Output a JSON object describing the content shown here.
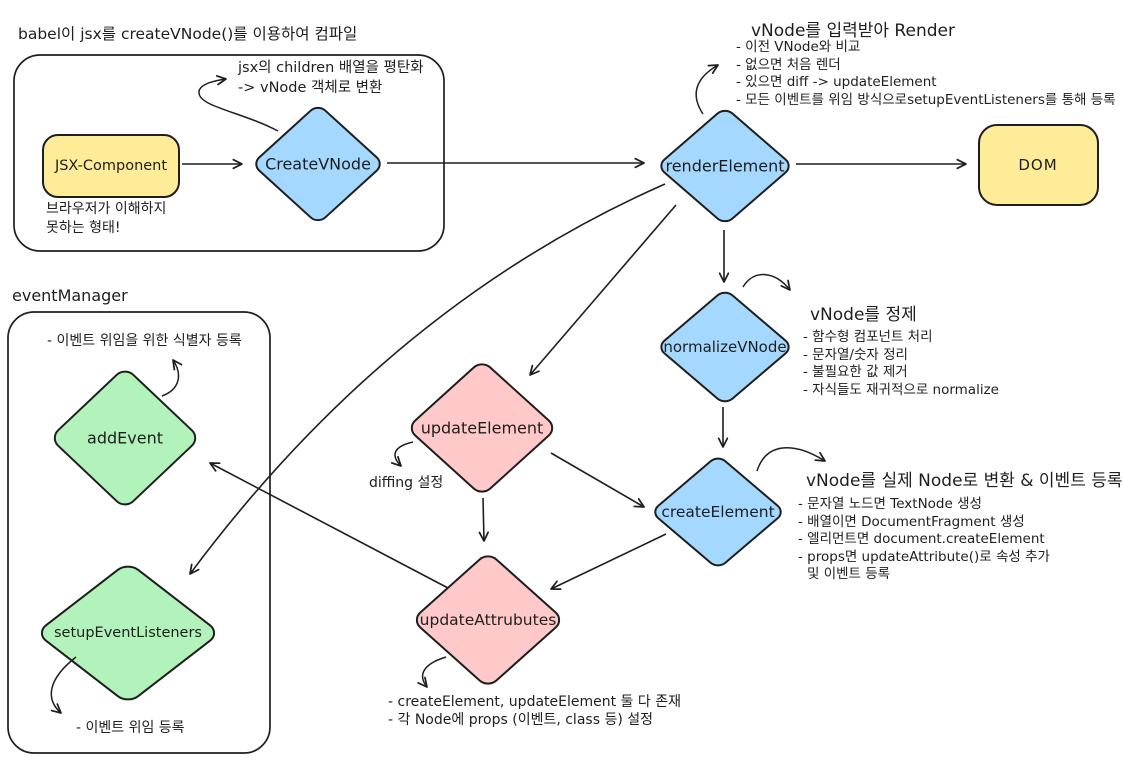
{
  "colors": {
    "ink": "#1e1e1e",
    "blue": "#a5d8ff",
    "yellow": "#ffec99",
    "green": "#b2f2bb",
    "pink": "#ffc9c9",
    "background": "#ffffff"
  },
  "babel_group": {
    "title": "babel이 jsx를 createVNode()를 이용하여 컴파일",
    "jsx_component_label": "JSX-Component",
    "jsx_warning_line1": "브라우저가 이해하지",
    "jsx_warning_line2": "못하는 형태!",
    "create_vnode_label": "CreateVNode",
    "flatten_note_line1": "jsx의 children 배열을 평탄화",
    "flatten_note_line2": "-> vNode 객체로 변환"
  },
  "render_section": {
    "title": "vNode를 입력받아 Render",
    "bullets": [
      "- 이전 VNode와 비교",
      "- 없으면 처음 렌더",
      "- 있으면 diff -> updateElement",
      "- 모든 이벤트를 위임 방식으로setupEventListeners를 통해 등록"
    ],
    "node_label": "renderElement",
    "dom_label": "DOM"
  },
  "normalize_section": {
    "title": "vNode를 정제",
    "bullets": [
      "- 함수형 컴포넌트 처리",
      "- 문자열/숫자 정리",
      "- 불필요한 값 제거",
      "- 자식들도 재귀적으로 normalize"
    ],
    "node_label": "normalizeVNode"
  },
  "create_element_section": {
    "title": "vNode를 실제 Node로 변환 & 이벤트 등록",
    "bullets": [
      "- 문자열 노드면 TextNode 생성",
      "- 배열이면 DocumentFragment 생성",
      "- 엘리먼트면 document.createElement",
      "- props면 updateAttribute()로 속성 추가",
      "및 이벤트 등록"
    ],
    "node_label": "createElement"
  },
  "update_element_section": {
    "node_label": "updateElement",
    "note": "diffing 설정"
  },
  "update_attributes_section": {
    "node_label": "updateAttrubutes",
    "bullets": [
      "- createElement, updateElement 둘 다 존재",
      "- 각 Node에 props (이벤트, class 등) 설정"
    ]
  },
  "event_manager_group": {
    "title": "eventManager",
    "add_event_label": "addEvent",
    "add_event_note": "- 이벤트 위임을 위한 식별자 등록",
    "setup_listeners_label": "setupEventListeners",
    "setup_listeners_note": "- 이벤트 위임 등록"
  }
}
